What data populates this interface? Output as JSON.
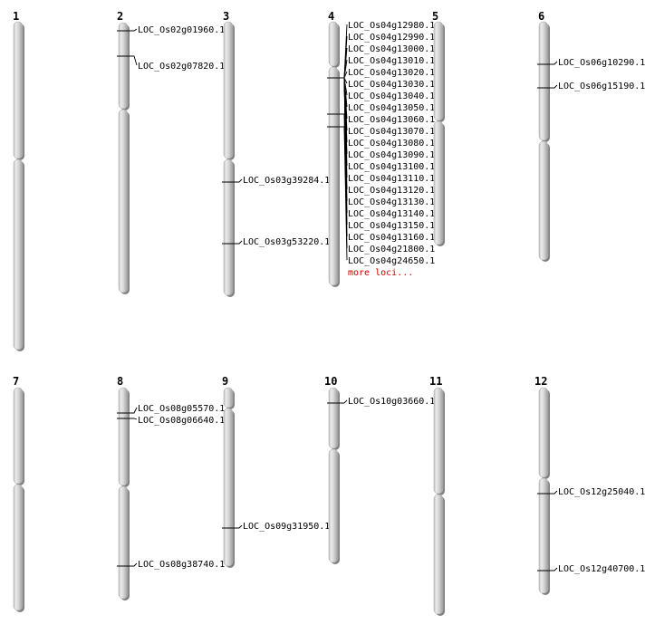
{
  "chromosomes": [
    {
      "label": "1",
      "loci": []
    },
    {
      "label": "2",
      "loci": [
        "LOC_Os02g01960.1",
        "LOC_Os02g07820.1"
      ]
    },
    {
      "label": "3",
      "loci": [
        "LOC_Os03g39284.1",
        "LOC_Os03g53220.1"
      ]
    },
    {
      "label": "4",
      "loci": [
        "LOC_Os04g12980.1",
        "LOC_Os04g12990.1",
        "LOC_Os04g13000.1",
        "LOC_Os04g13010.1",
        "LOC_Os04g13020.1",
        "LOC_Os04g13030.1",
        "LOC_Os04g13040.1",
        "LOC_Os04g13050.1",
        "LOC_Os04g13060.1",
        "LOC_Os04g13070.1",
        "LOC_Os04g13080.1",
        "LOC_Os04g13090.1",
        "LOC_Os04g13100.1",
        "LOC_Os04g13110.1",
        "LOC_Os04g13120.1",
        "LOC_Os04g13130.1",
        "LOC_Os04g13140.1",
        "LOC_Os04g13150.1",
        "LOC_Os04g13160.1",
        "LOC_Os04g21800.1",
        "LOC_Os04g24650.1"
      ],
      "more_label": "more loci..."
    },
    {
      "label": "5",
      "loci": []
    },
    {
      "label": "6",
      "loci": [
        "LOC_Os06g10290.1",
        "LOC_Os06g15190.1"
      ]
    },
    {
      "label": "7",
      "loci": []
    },
    {
      "label": "8",
      "loci": [
        "LOC_Os08g05570.1",
        "LOC_Os08g06640.1",
        "LOC_Os08g38740.1"
      ]
    },
    {
      "label": "9",
      "loci": [
        "LOC_Os09g31950.1"
      ]
    },
    {
      "label": "10",
      "loci": [
        "LOC_Os10g03660.1"
      ]
    },
    {
      "label": "11",
      "loci": []
    },
    {
      "label": "12",
      "loci": [
        "LOC_Os12g25040.1",
        "LOC_Os12g40700.1"
      ]
    }
  ],
  "colors": {
    "chromosome_fill": "#d4d4d4",
    "chromosome_highlight": "#ececec",
    "chromosome_shadow": "#808080",
    "text": "#000000",
    "more_link": "#cc0000",
    "marker": "#000000"
  }
}
